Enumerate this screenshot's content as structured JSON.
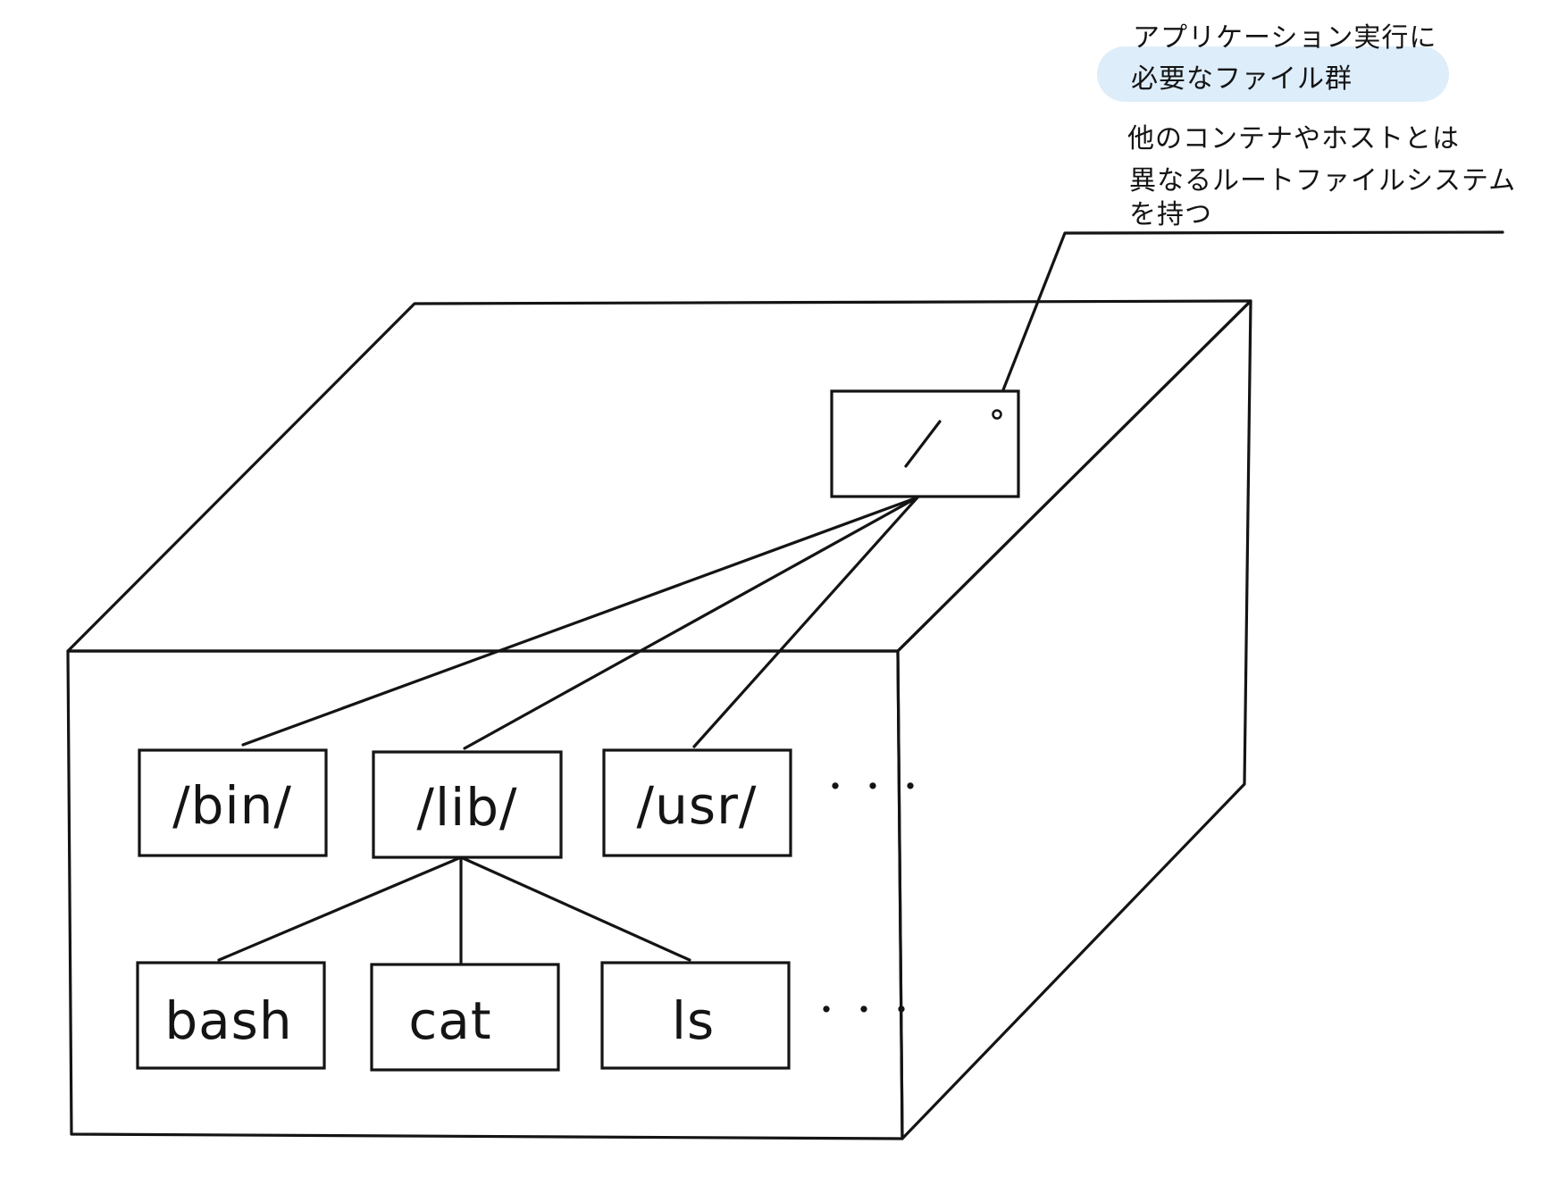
{
  "colors": {
    "ink": "#141414",
    "highlight": "#ddedfa",
    "background": "#ffffff"
  },
  "root": {
    "label": "/"
  },
  "directories": [
    {
      "label": "/bin/"
    },
    {
      "label": "/lib/"
    },
    {
      "label": "/usr/"
    }
  ],
  "directories_more": "・・・",
  "files": [
    {
      "label": "bash"
    },
    {
      "label": "cat"
    },
    {
      "label": "ls"
    }
  ],
  "files_more": "・・・",
  "notes": {
    "app_files_line1": "アプリケーション実行に",
    "app_files_line2": "必要なファイル群",
    "rootfs_line1": "他のコンテナやホストとは",
    "rootfs_line2": "異なるルートファイルシステム",
    "rootfs_line3": "を持つ"
  }
}
